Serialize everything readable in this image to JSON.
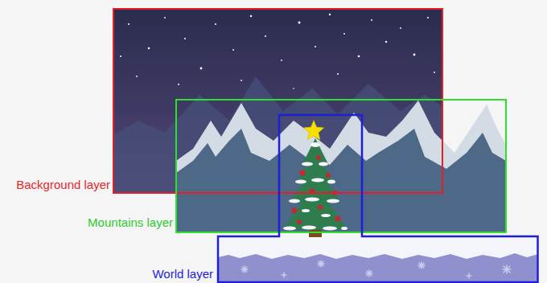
{
  "diagram": {
    "nodes": [
      {
        "text": [
          "Background layer"
        ]
      },
      {
        "text": [
          "Mountains layer"
        ]
      },
      {
        "text": [
          "World layer"
        ]
      }
    ]
  }
}
